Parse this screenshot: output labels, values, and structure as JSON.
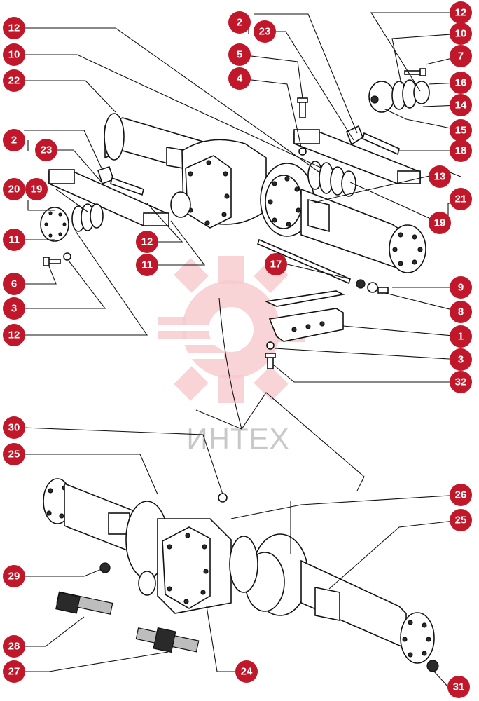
{
  "watermark": {
    "text": "ИНТЕХ",
    "color": "#f2b8bd"
  },
  "accent_color": "#c0182a",
  "callouts": [
    {
      "id": "c12a",
      "label": "12"
    },
    {
      "id": "c10a",
      "label": "10"
    },
    {
      "id": "c22",
      "label": "22"
    },
    {
      "id": "c2a",
      "label": "2"
    },
    {
      "id": "c23a",
      "label": "23"
    },
    {
      "id": "c20",
      "label": "20"
    },
    {
      "id": "c19a",
      "label": "19"
    },
    {
      "id": "c11a",
      "label": "11"
    },
    {
      "id": "c6",
      "label": "6"
    },
    {
      "id": "c3a",
      "label": "3"
    },
    {
      "id": "c12b",
      "label": "12"
    },
    {
      "id": "c12c",
      "label": "12"
    },
    {
      "id": "c11b",
      "label": "11"
    },
    {
      "id": "c2b",
      "label": "2"
    },
    {
      "id": "c23b",
      "label": "23"
    },
    {
      "id": "c5",
      "label": "5"
    },
    {
      "id": "c4",
      "label": "4"
    },
    {
      "id": "c12d",
      "label": "12"
    },
    {
      "id": "c10b",
      "label": "10"
    },
    {
      "id": "c7",
      "label": "7"
    },
    {
      "id": "c16",
      "label": "16"
    },
    {
      "id": "c14",
      "label": "14"
    },
    {
      "id": "c15",
      "label": "15"
    },
    {
      "id": "c18",
      "label": "18"
    },
    {
      "id": "c13",
      "label": "13"
    },
    {
      "id": "c21",
      "label": "21"
    },
    {
      "id": "c19b",
      "label": "19"
    },
    {
      "id": "c17",
      "label": "17"
    },
    {
      "id": "c9",
      "label": "9"
    },
    {
      "id": "c8",
      "label": "8"
    },
    {
      "id": "c1",
      "label": "1"
    },
    {
      "id": "c3b",
      "label": "3"
    },
    {
      "id": "c32",
      "label": "32"
    },
    {
      "id": "c30",
      "label": "30"
    },
    {
      "id": "c25a",
      "label": "25"
    },
    {
      "id": "c26",
      "label": "26"
    },
    {
      "id": "c25b",
      "label": "25"
    },
    {
      "id": "c29",
      "label": "29"
    },
    {
      "id": "c28",
      "label": "28"
    },
    {
      "id": "c27",
      "label": "27"
    },
    {
      "id": "c24",
      "label": "24"
    },
    {
      "id": "c31",
      "label": "31"
    }
  ]
}
